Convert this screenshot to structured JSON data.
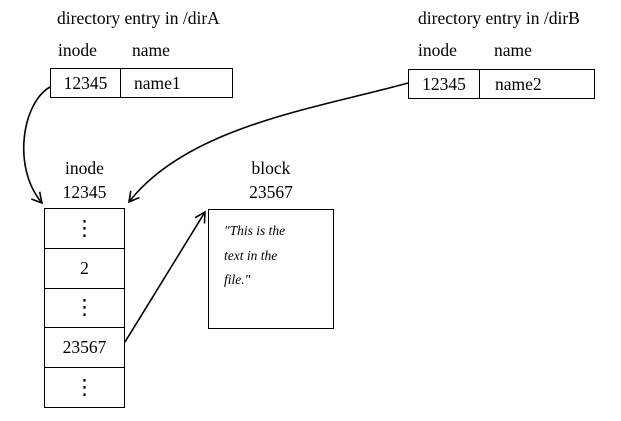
{
  "colors": {
    "ink": "#000000",
    "background": "#ffffff"
  },
  "diagram": {
    "dirA": {
      "title": "directory entry in /dirA",
      "col_inode": "inode",
      "col_name": "name",
      "row": {
        "inode": "12345",
        "name": "name1"
      }
    },
    "dirB": {
      "title": "directory entry in /dirB",
      "col_inode": "inode",
      "col_name": "name",
      "row": {
        "inode": "12345",
        "name": "name2"
      }
    },
    "inode": {
      "label_line1": "inode",
      "label_line2": "12345",
      "cells": [
        "⋮",
        "2",
        "⋮",
        "23567",
        "⋮"
      ]
    },
    "block": {
      "label_line1": "block",
      "label_line2": "23567",
      "text_lines": [
        "\"This is the",
        "text in the",
        "file.\""
      ]
    }
  }
}
